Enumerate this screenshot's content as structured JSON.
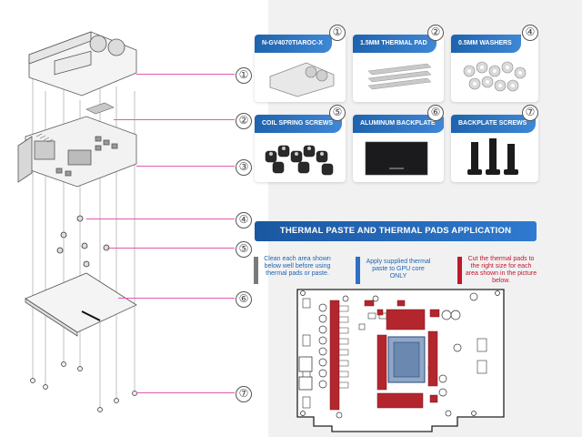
{
  "steps": [
    "①",
    "②",
    "③",
    "④",
    "⑤",
    "⑥",
    "⑦"
  ],
  "cards": [
    {
      "num": "①",
      "label": "N-GV4070TIAROC-X"
    },
    {
      "num": "②",
      "label": "1.5MM THERMAL PAD"
    },
    {
      "num": "④",
      "label": "0.5MM WASHERS"
    },
    {
      "num": "⑤",
      "label": "COIL SPRING SCREWS"
    },
    {
      "num": "⑥",
      "label": "ALUMINUM BACKPLATE"
    },
    {
      "num": "⑦",
      "label": "BACKPLATE SCREWS"
    }
  ],
  "banner": "THERMAL PASTE AND THERMAL PADS APPLICATION",
  "notes": [
    {
      "text": "Clean each area shown below well before using thermal pads or paste.",
      "color": "#1e63ae",
      "bar": "#7a7a7a"
    },
    {
      "text": "Apply supplied thermal paste to GPU core ONLY",
      "color": "#1e63ae",
      "bar": "#2f6fc4"
    },
    {
      "text": "Cut the thermal pads to the right size for each area shown in the picture below.",
      "color": "#c0182b",
      "bar": "#c0182b"
    }
  ],
  "colors": {
    "accent": "#1e63ae",
    "pad": "#b3262e",
    "leader": "#e25ab0"
  }
}
